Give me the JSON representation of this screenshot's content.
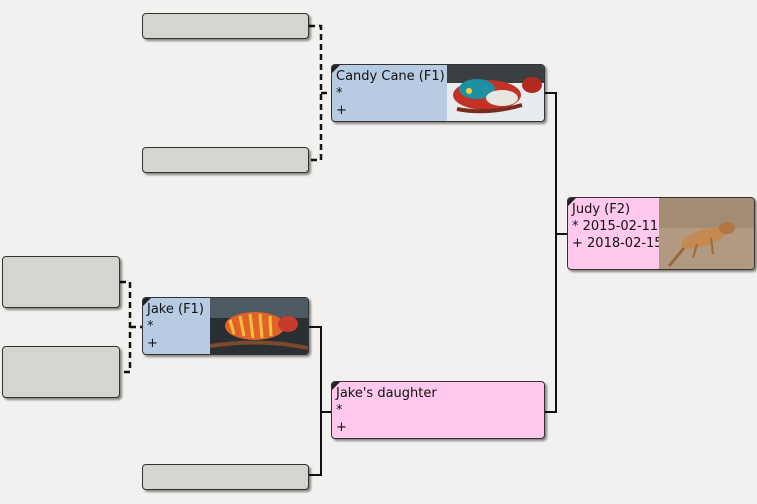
{
  "people": {
    "candy": {
      "name": "Candy Cane (F1)",
      "birth": "*",
      "death": "+",
      "photo": "chameleon-photo"
    },
    "jake": {
      "name": "Jake (F1)",
      "birth": "*",
      "death": "+",
      "photo": "chameleon-photo"
    },
    "jakes_daughter": {
      "name": "Jake's daughter",
      "birth": "*",
      "death": "+"
    },
    "judy": {
      "name": "Judy (F2)",
      "birth": "* 2015-02-11",
      "death": "+ 2018-02-15",
      "photo": "chameleon-photo"
    }
  },
  "colors": {
    "male": "#b7cbe3",
    "female": "#ffc8ec",
    "empty": "#d3d6cf",
    "background": "#f2f1ef"
  }
}
